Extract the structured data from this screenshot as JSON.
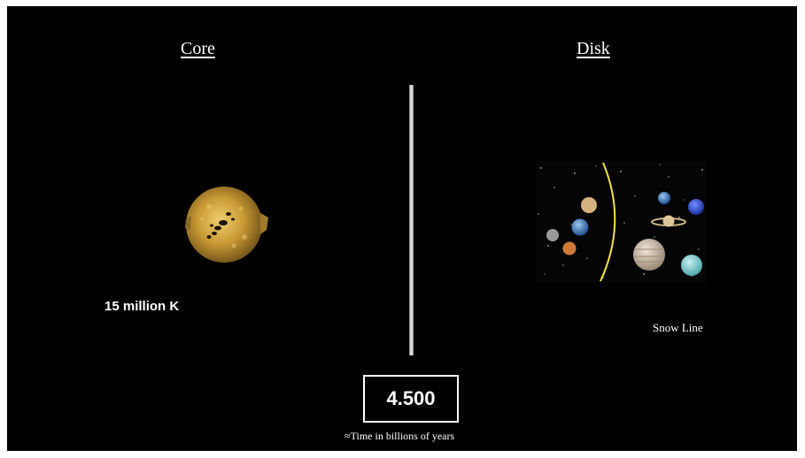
{
  "headings": {
    "core": "Core",
    "disk": "Disk"
  },
  "core": {
    "temperature": "15 million K",
    "image": "sun-image"
  },
  "disk": {
    "snow_line_label": "Snow Line",
    "image": "solar-system-planets-image"
  },
  "timer": {
    "value": "4.500",
    "caption": "≈Time in billions of years"
  },
  "colors": {
    "background": "#000000",
    "text": "#ffffff",
    "snow_line": "#f3e33a",
    "sun": "#c9a23a"
  }
}
